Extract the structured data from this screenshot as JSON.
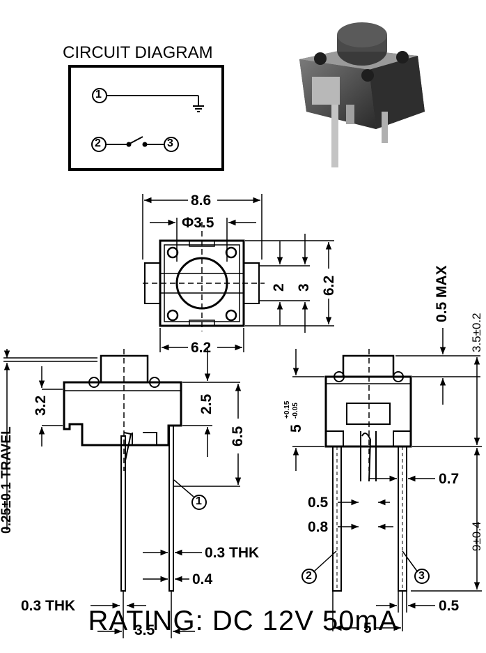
{
  "circuit_diagram": {
    "title": "CIRCUIT DIAGRAM",
    "pins": [
      "1",
      "2",
      "3"
    ]
  },
  "top_view": {
    "width": "8.6",
    "button_diameter": "Φ3.5",
    "body_width": "6.2",
    "pitch_small": "2",
    "pitch_large": "3",
    "height": "6.2"
  },
  "side_view": {
    "travel": "0.25±0.1 TRAVEL",
    "actuator_height": "3.2",
    "body_top": "2.5",
    "body_height": "6.5",
    "terminal_pin": "1",
    "pin_thickness_1": "0.3 THK",
    "pin_width": "0.4",
    "pin_thickness_2": "0.3 THK",
    "pin_spacing": "3.5"
  },
  "front_view": {
    "max_height": "0.5 MAX",
    "total_height": "3.5±0.2",
    "body_height": "5",
    "tol_plus": "+0.15",
    "tol_minus": "-0.05",
    "lead_gap": "0.7",
    "lead_offset_1": "0.5",
    "lead_offset_2": "0.8",
    "lead_length": "9±0.4",
    "pin_left": "2",
    "pin_right": "3",
    "pin_pitch": "5",
    "lead_thickness": "0.5"
  },
  "rating": "RATING: DC 12V 50mA",
  "colors": {
    "ink": "#000000",
    "body_dark": "#3a3a3a",
    "body_light": "#8a8a8a"
  }
}
